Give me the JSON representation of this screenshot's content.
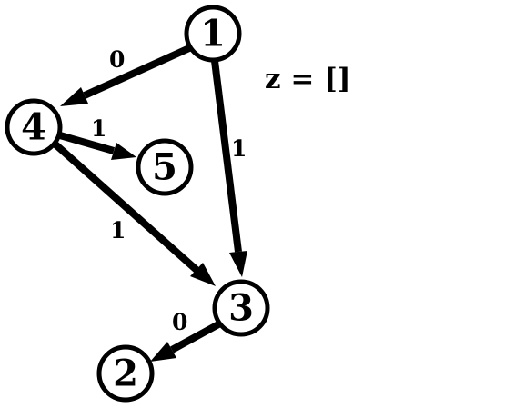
{
  "graph": {
    "nodes": [
      {
        "id": "1",
        "label": "1"
      },
      {
        "id": "2",
        "label": "2"
      },
      {
        "id": "3",
        "label": "3"
      },
      {
        "id": "4",
        "label": "4"
      },
      {
        "id": "5",
        "label": "5"
      }
    ],
    "edges": [
      {
        "from": "1",
        "to": "4",
        "weight": "0"
      },
      {
        "from": "1",
        "to": "3",
        "weight": "1"
      },
      {
        "from": "4",
        "to": "5",
        "weight": "1"
      },
      {
        "from": "4",
        "to": "3",
        "weight": "1"
      },
      {
        "from": "3",
        "to": "2",
        "weight": "0"
      }
    ]
  },
  "state": {
    "z_label": "z = []"
  },
  "colors": {
    "ink": "#000000",
    "background": "#ffffff"
  }
}
